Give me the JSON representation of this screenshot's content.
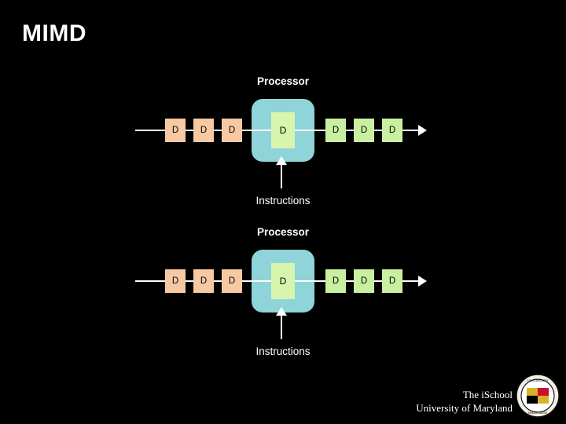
{
  "slide": {
    "title": "MIMD",
    "background_color": "#000000",
    "text_color": "#ffffff"
  },
  "palette": {
    "processor_box": "#8fd4d9",
    "input_cell": "#f7c9a3",
    "output_cell": "#c9f0a0",
    "core_cell": "#d8f5ae"
  },
  "diagrams": [
    {
      "processor_label": "Processor",
      "instructions_label": "Instructions",
      "input_cells": [
        "D",
        "D",
        "D"
      ],
      "core_cell": "D",
      "output_cells": [
        "D",
        "D",
        "D"
      ]
    },
    {
      "processor_label": "Processor",
      "instructions_label": "Instructions",
      "input_cells": [
        "D",
        "D",
        "D"
      ],
      "core_cell": "D",
      "output_cells": [
        "D",
        "D",
        "D"
      ]
    }
  ],
  "footer": {
    "line1": "The iSchool",
    "line2": "University of Maryland",
    "logo_name": "university-of-maryland-seal"
  }
}
